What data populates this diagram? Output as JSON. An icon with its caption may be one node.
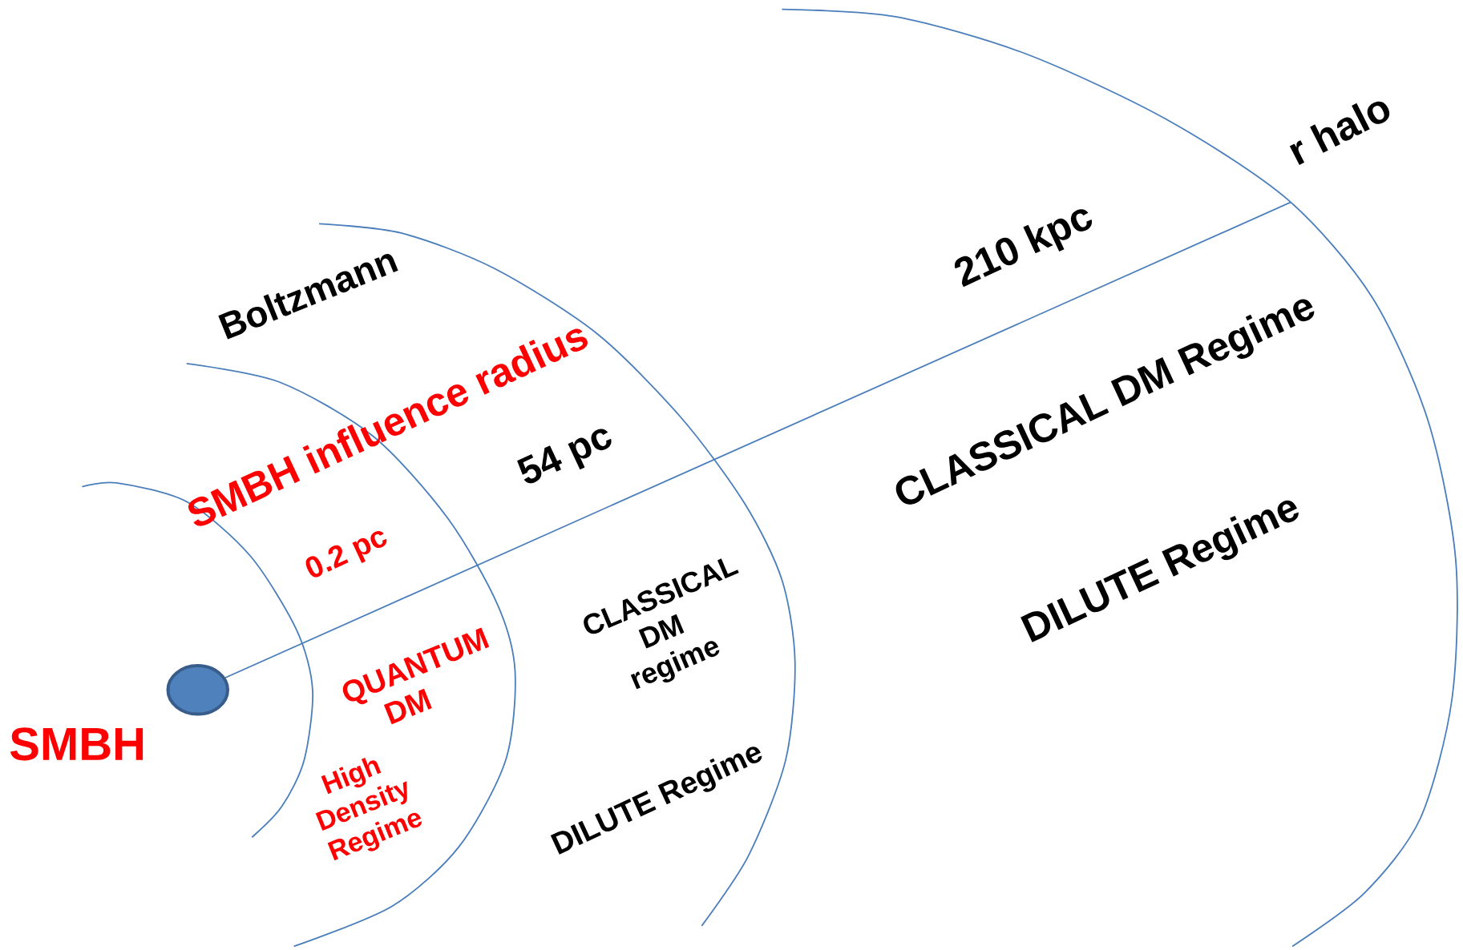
{
  "diagram": {
    "nodes": [
      {
        "text": [],
        "shape": "circle",
        "beside": [
          "SMBH"
        ]
      }
    ],
    "labels": [
      "r halo",
      "210 kpc",
      "Boltzmann",
      "CLASSICAL  DM  Regime",
      "SMBH influence  radius",
      "54 pc",
      "0.2 pc",
      "DILUTE Regime",
      "CLASSICAL  DM regime",
      "QUANTUM DM",
      "High Density Regime",
      "DILUTE Regime"
    ]
  }
}
